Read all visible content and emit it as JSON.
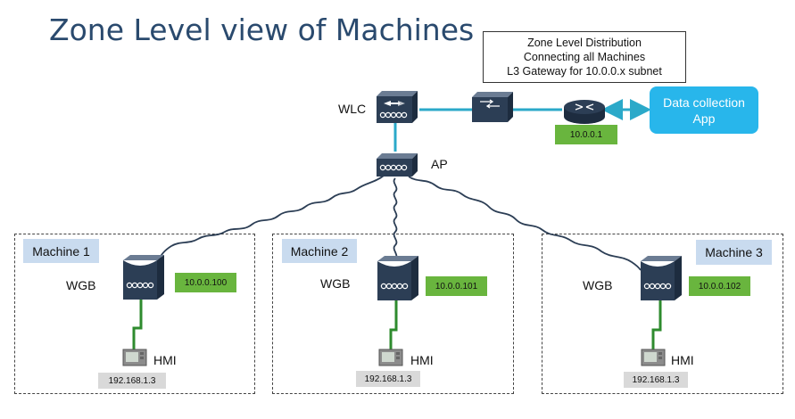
{
  "title": "Zone Level view of Machines",
  "note": {
    "line1": "Zone Level Distribution",
    "line2": "Connecting all Machines",
    "line3": "L3 Gateway for 10.0.0.x subnet"
  },
  "labels": {
    "wlc": "WLC",
    "ap": "AP"
  },
  "router_ip": "10.0.0.1",
  "app": {
    "line1": "Data collection",
    "line2": "App"
  },
  "machines": [
    {
      "name": "Machine 1",
      "wgb": "WGB",
      "wgb_ip": "10.0.0.100",
      "hmi": "HMI",
      "hmi_ip": "192.168.1.3"
    },
    {
      "name": "Machine 2",
      "wgb": "WGB",
      "wgb_ip": "10.0.0.101",
      "hmi": "HMI",
      "hmi_ip": "192.168.1.3"
    },
    {
      "name": "Machine 3",
      "wgb": "WGB",
      "wgb_ip": "10.0.0.102",
      "hmi": "HMI",
      "hmi_ip": "192.168.1.3"
    }
  ],
  "colors": {
    "title": "#2a4a6e",
    "ethernet_link": "#2ba9c9",
    "wired_link": "#2e8b2e",
    "ip_badge": "#69b53e",
    "hmi_ip_badge": "#d9d9d9",
    "machine_tag": "#c9dbef",
    "app_box": "#28b6eb",
    "device_body": "#2c3e55"
  },
  "icons": {
    "wlc": "wireless-lan-controller-icon",
    "switch": "switch-icon",
    "router": "router-icon",
    "ap": "access-point-icon",
    "wgb": "workgroup-bridge-icon",
    "hmi": "hmi-panel-icon"
  }
}
